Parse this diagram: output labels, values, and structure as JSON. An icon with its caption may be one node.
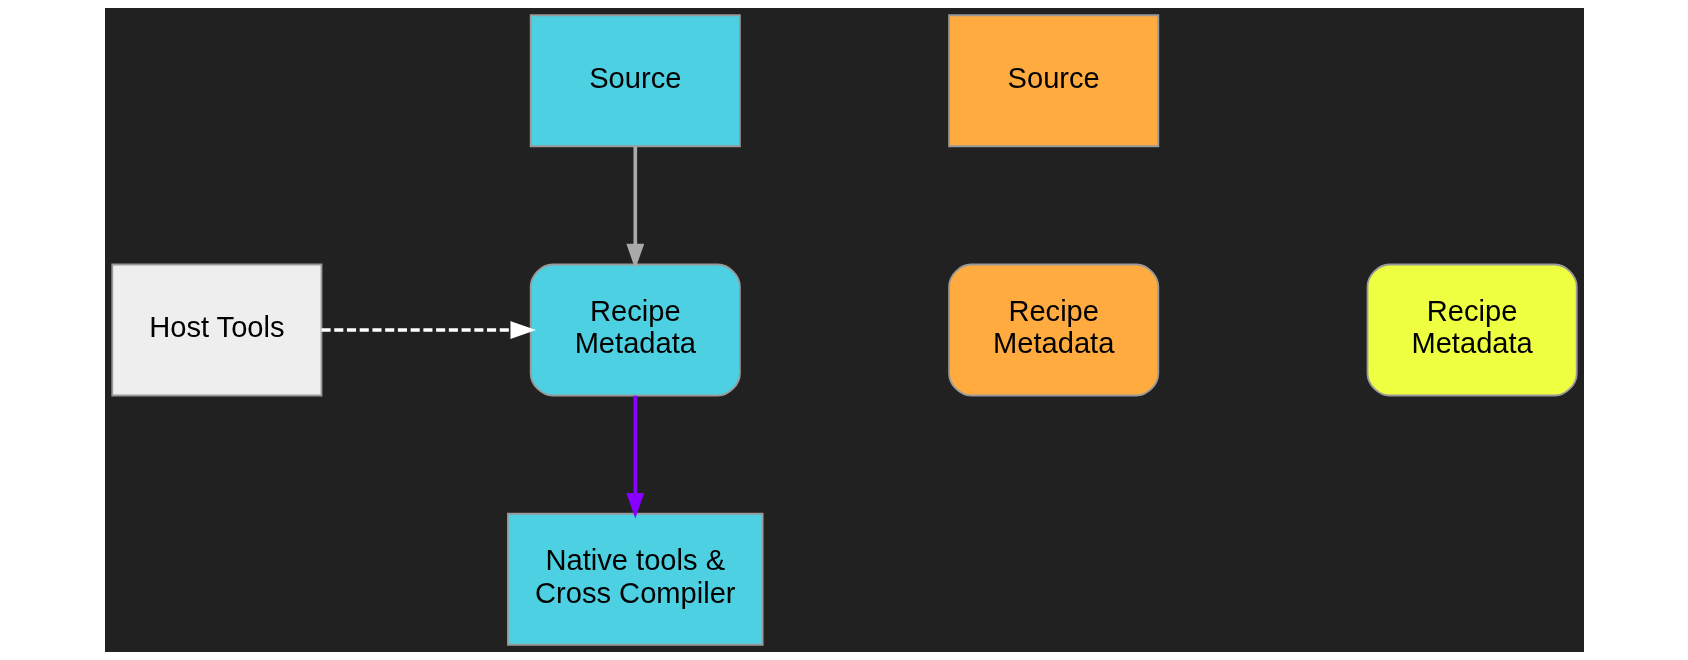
{
  "diagram": {
    "nodes": [
      {
        "text": [
          "Source"
        ]
      },
      {
        "text": [
          "Source"
        ]
      },
      {
        "text": [
          "Host Tools"
        ]
      },
      {
        "text": [
          "Recipe Metadata"
        ]
      },
      {
        "text": [
          "Recipe Metadata"
        ]
      },
      {
        "text": [
          "Recipe Metadata"
        ]
      },
      {
        "text": [
          "Native tools & Cross Compiler"
        ]
      }
    ],
    "edges": [
      {
        "from": 0,
        "to": 3,
        "arrow": "to",
        "color": "#aaaaaa"
      },
      {
        "from": 2,
        "to": 3,
        "arrow": "to",
        "style": "dashed",
        "color": "#ffffff"
      },
      {
        "from": 3,
        "to": 6,
        "arrow": "to",
        "color": "#8800ff"
      }
    ]
  }
}
